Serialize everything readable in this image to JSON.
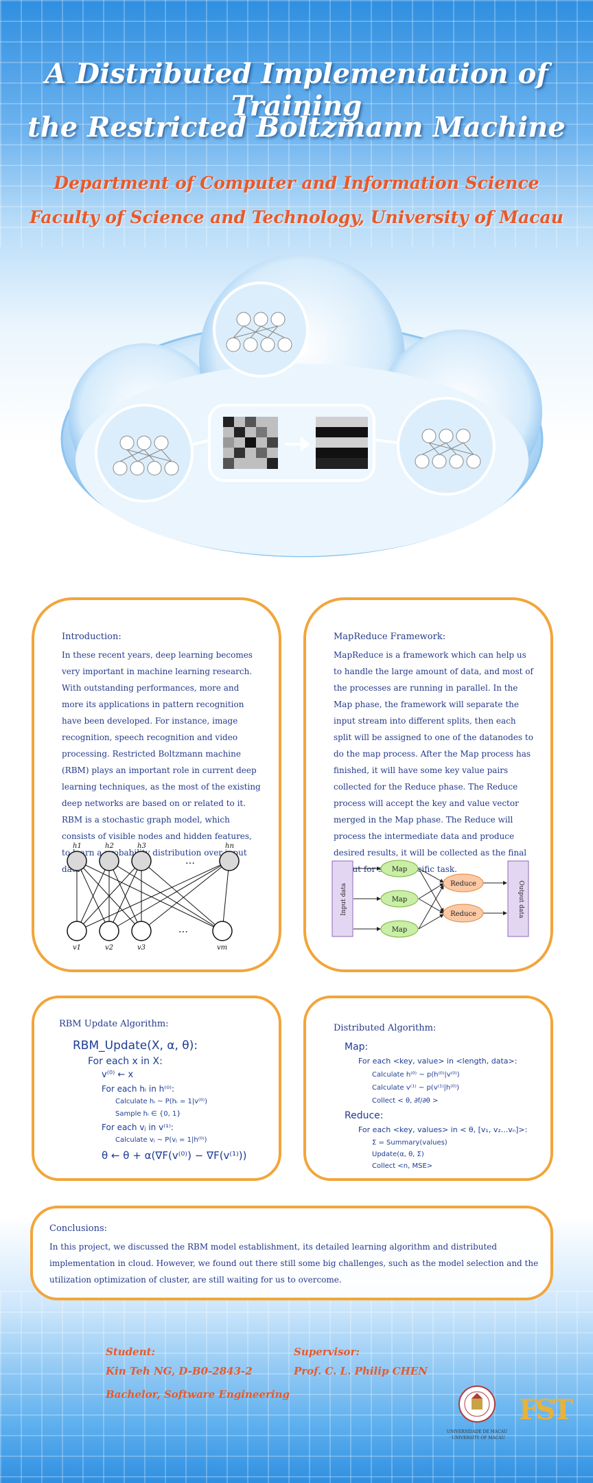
{
  "header": {
    "title_line1": "A Distributed Implementation of Training",
    "title_line2": "the Restricted Boltzmann Machine",
    "dept_line1": "Department of Computer and Information Science",
    "dept_line2": "Faculty of Science and Technology, University of Macau"
  },
  "introduction": {
    "heading": "Introduction:",
    "body": "In these recent years, deep learning becomes very important in machine learning research. With outstanding performances, more and more its applications in pattern recognition have been developed. For instance, image recognition, speech recognition and video processing. Restricted Boltzmann machine (RBM) plays an important role in current deep learning techniques, as the most of the existing deep networks are based on or related to it. RBM is a stochastic graph model, which consists of visible nodes and hidden features, to learn a probability distribution over input data.",
    "graph": {
      "hidden_labels": [
        "h1",
        "h2",
        "h3",
        "hn"
      ],
      "visible_labels": [
        "v1",
        "v2",
        "v3",
        "vm"
      ],
      "ellipsis": "…"
    }
  },
  "mapreduce": {
    "heading": "MapReduce Framework:",
    "body": "MapReduce is a framework which can help us to handle the large amount of data, and most of the processes are running in parallel. In the Map phase, the framework will separate the input stream into different splits, then each split will be assigned to one of the datanodes to do the map process. After the Map process has finished, it will have some key value pairs collected for the Reduce phase. The Reduce process will accept the key and value vector merged in the Map phase. The Reduce will process the intermediate data and produce desired results, it will be collected as the final output for some specific task.",
    "diagram": {
      "input": "Input data",
      "output": "Output data",
      "map": "Map",
      "reduce": "Reduce"
    }
  },
  "rbm_update": {
    "heading": "RBM Update Algorithm:",
    "lines": [
      "RBM_Update(X, α, θ):",
      "For each x in X:",
      "v⁽⁰⁾ ← x",
      "For each hᵢ in h⁽⁰⁾:",
      "Calculate hᵢ ~ P(hᵢ = 1|v⁽⁰⁾)",
      "Sample hᵢ ∈ {0, 1}",
      "For each vⱼ in v⁽¹⁾:",
      "Calculate vⱼ ~ P(vⱼ = 1|h⁽⁰⁾)",
      "θ ← θ + α(∇F(v⁽⁰⁾) − ∇F(v⁽¹⁾))"
    ]
  },
  "distributed": {
    "heading": "Distributed Algorithm:",
    "map_label": "Map:",
    "map_lines": [
      "For each <key, value> in <length, data>:",
      "Calculate h⁽⁰⁾ ~ p(h⁽⁰⁾|v⁽⁰⁾)",
      "Calculate v⁽¹⁾ ~ p(v⁽¹⁾|h⁽⁰⁾)",
      "Collect < θ, ∂f/∂θ >"
    ],
    "reduce_label": "Reduce:",
    "reduce_lines": [
      "For each <key, values> in < θ, [v₁, v₂...vₙ]>:",
      "Σ = Summary(values)",
      "Update(α, θ, Σ)",
      "Collect <n, MSE>"
    ]
  },
  "conclusions": {
    "heading": "Conclusions:",
    "body": "In this project, we discussed the RBM model establishment, its detailed learning algorithm and distributed implementation in cloud. However, we found out there still some big challenges, such as the model selection and the utilization optimization of cluster, are still waiting for us to overcome."
  },
  "footer": {
    "student_label": "Student:",
    "student_name": "Kin Teh NG, D-B0-2843-2",
    "student_degree": "Bachelor, Software Engineering",
    "supervisor_label": "Supervisor:",
    "supervisor_name": "Prof. C. L. Philip CHEN",
    "logo_um_text": "UNIVERSIDADE DE MACAU · UNIVERSITY OF MACAU",
    "logo_fst": "FST"
  },
  "colors": {
    "accent_orange": "#f2a53a",
    "heading_orange": "#e9592a",
    "text_blue": "#233a8a"
  }
}
